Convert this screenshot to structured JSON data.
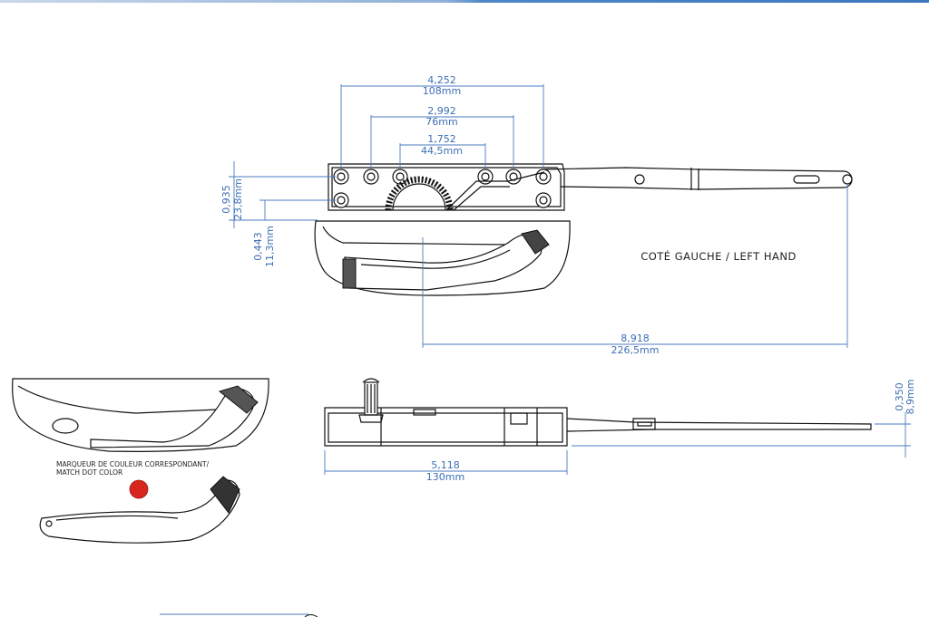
{
  "dimensions": {
    "d1_in": "4,252",
    "d1_mm": "108mm",
    "d2_in": "2,992",
    "d2_mm": "76mm",
    "d3_in": "1,752",
    "d3_mm": "44,5mm",
    "v1_in": "0,935",
    "v1_mm": "23,8mm",
    "v2_in": "0,443",
    "v2_mm": "11,3mm",
    "arm_in": "8,918",
    "arm_mm": "226,5mm",
    "side_len_in": "5,118",
    "side_len_mm": "130mm",
    "side_h_in": "0,350",
    "side_h_mm": "8,9mm"
  },
  "labels": {
    "hand": "COTÉ GAUCHE / LEFT HAND",
    "marker_line1": "MARQUEUR DE COULEUR CORRESPONDANT/",
    "marker_line2": "MATCH DOT COLOR"
  },
  "colors": {
    "dimension_blue": "#3d6fb5",
    "dot_red": "#d7261e",
    "outline": "#111111"
  }
}
